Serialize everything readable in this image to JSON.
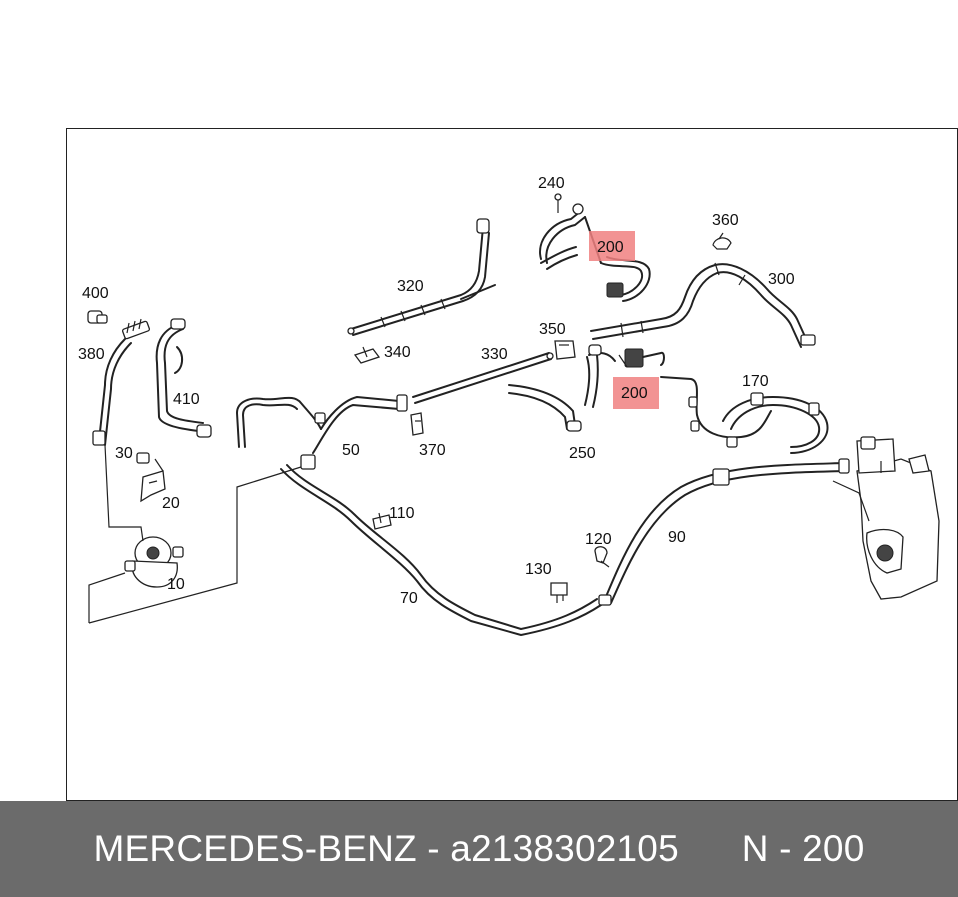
{
  "diagram": {
    "labels": {
      "l240": "240",
      "l200a": "200",
      "l360": "360",
      "l300": "300",
      "l320": "320",
      "l400": "400",
      "l380": "380",
      "l350": "350",
      "l340": "340",
      "l330": "330",
      "l200b": "200",
      "l170": "170",
      "l410": "410",
      "l50": "50",
      "l370": "370",
      "l250": "250",
      "l30": "30",
      "l20": "20",
      "l110": "110",
      "l120": "120",
      "l90": "90",
      "l130": "130",
      "l10": "10",
      "l70": "70"
    },
    "highlight_color": "#f08080"
  },
  "footer": {
    "brand": "MERCEDES-BENZ",
    "separator": " - ",
    "part_number": "a2138302105",
    "position_label": "N - 200"
  }
}
